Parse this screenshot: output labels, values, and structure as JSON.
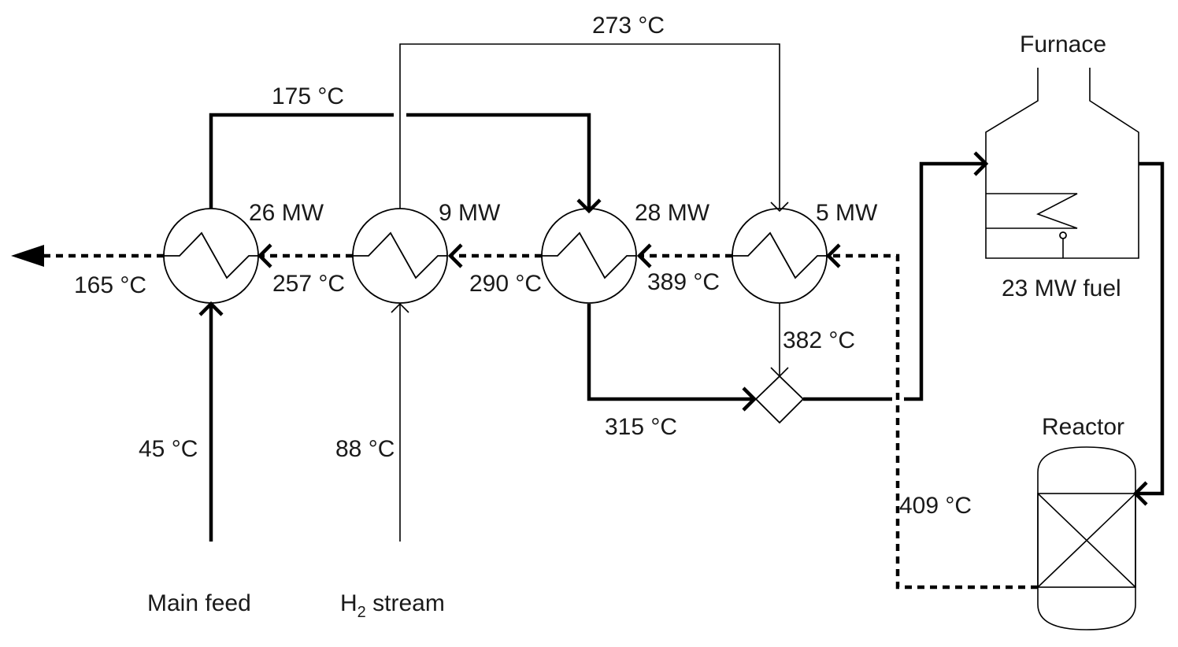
{
  "diagram": {
    "labels": {
      "furnace": "Furnace",
      "furnace_fuel": "23 MW fuel",
      "reactor": "Reactor",
      "main_feed": "Main feed",
      "h2_stream_prefix": "H",
      "h2_stream_sub": "2",
      "h2_stream_suffix": " stream"
    },
    "duties": {
      "hx1": "26 MW",
      "hx2": "9 MW",
      "hx3": "28 MW",
      "hx4": "5 MW"
    },
    "temperatures": {
      "t273": "273 °C",
      "t175": "175 °C",
      "t165": "165 °C",
      "t257": "257 °C",
      "t290": "290 °C",
      "t389": "389 °C",
      "t382": "382 °C",
      "t315": "315 °C",
      "t45": "45 °C",
      "t88": "88 °C",
      "t409": "409 °C"
    }
  }
}
